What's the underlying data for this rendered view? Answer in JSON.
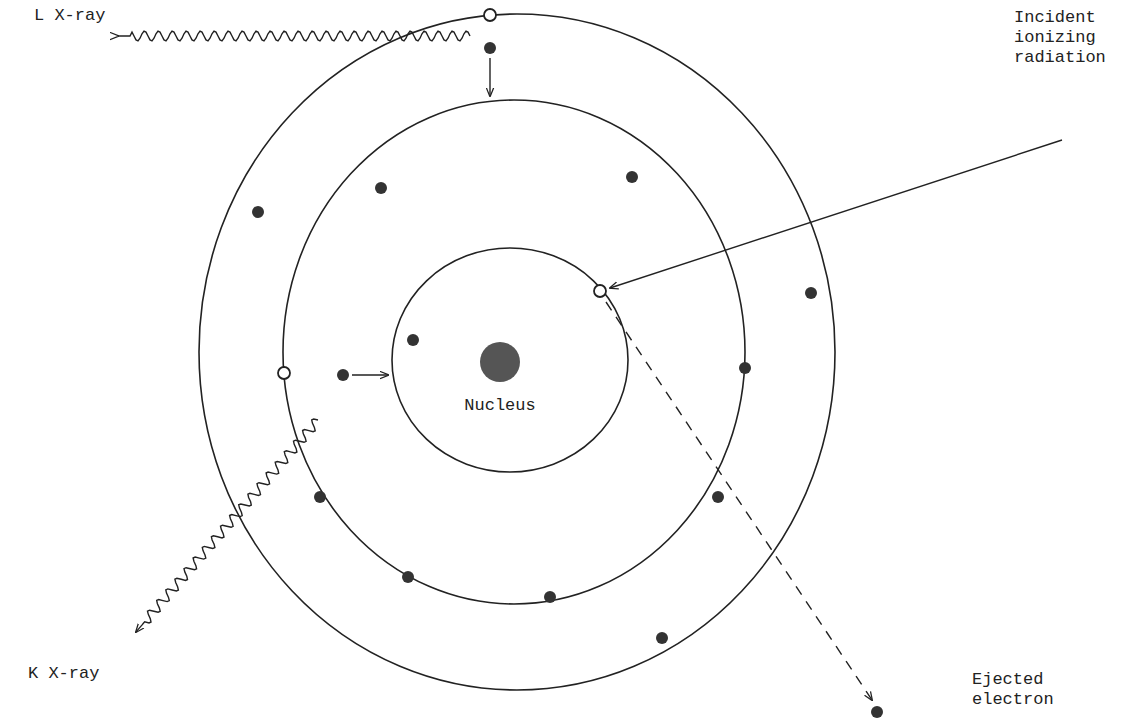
{
  "diagram": {
    "labels": [
      "L X-ray",
      "Incident ionizing radiation",
      "Nucleus",
      "K X-ray",
      "Ejected electron"
    ]
  }
}
